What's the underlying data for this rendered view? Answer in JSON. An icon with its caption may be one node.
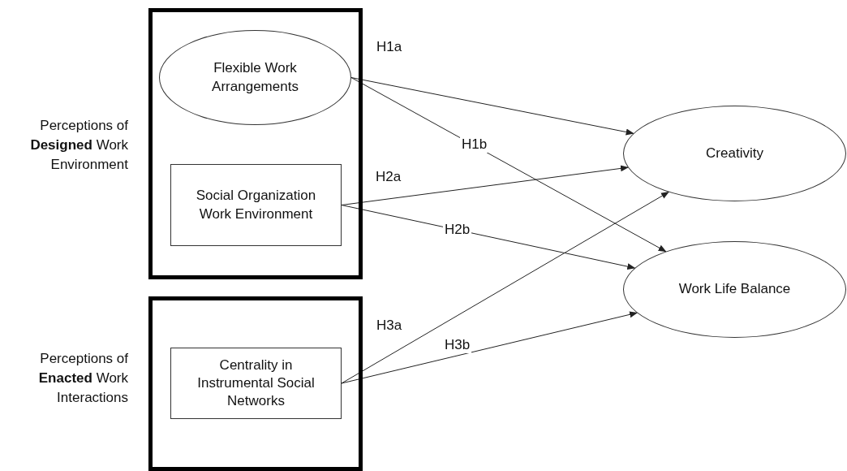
{
  "diagram": {
    "nodes": [
      {
        "text": [
          "Perceptions of **Designed** Work Environment"
        ]
      },
      {
        "text": [
          "Flexible Work Arrangements"
        ],
        "in": 0
      },
      {
        "text": [
          "Social Organization Work Environment"
        ],
        "in": 0
      },
      {
        "text": [
          "Perceptions of **Enacted** Work Interactions"
        ]
      },
      {
        "text": [
          "Centrality in Instrumental Social Networks"
        ],
        "in": 3
      },
      {
        "text": [
          "Creativity"
        ]
      },
      {
        "text": [
          "Work Life Balance"
        ]
      }
    ],
    "edges": [
      {
        "from": 1,
        "to": 5,
        "arrow": "to",
        "label": "H1a"
      },
      {
        "from": 1,
        "to": 6,
        "arrow": "to",
        "label": "H1b"
      },
      {
        "from": 2,
        "to": 5,
        "arrow": "to",
        "label": "H2a"
      },
      {
        "from": 2,
        "to": 6,
        "arrow": "to",
        "label": "H2b"
      },
      {
        "from": 4,
        "to": 5,
        "arrow": "to",
        "label": "H3a"
      },
      {
        "from": 4,
        "to": 6,
        "arrow": "to",
        "label": "H3b"
      }
    ]
  }
}
